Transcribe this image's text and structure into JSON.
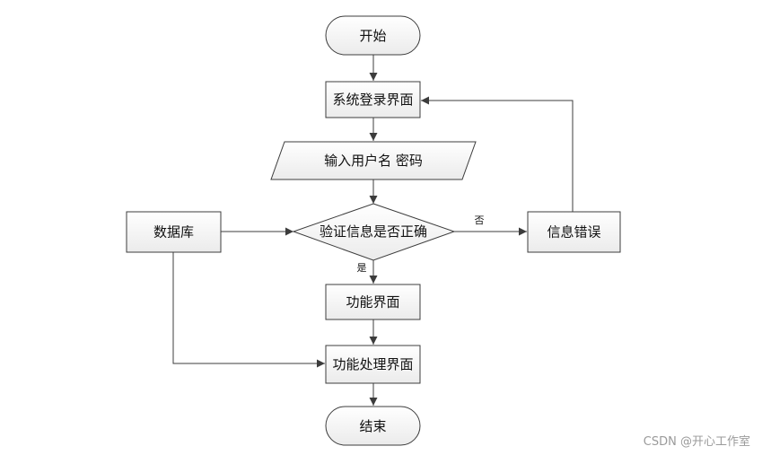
{
  "nodes": {
    "start": "开始",
    "login": "系统登录界面",
    "input": "输入用户名 密码",
    "database": "数据库",
    "verify": "验证信息是否正确",
    "error": "信息错误",
    "function": "功能界面",
    "process": "功能处理界面",
    "end": "结束"
  },
  "edges": {
    "no_label": "否",
    "yes_label": "是"
  },
  "watermark": "CSDN @开心工作室",
  "colors": {
    "line": "#3c3c3c",
    "fill_top": "#ffffff",
    "fill_bottom": "#eaeaea"
  }
}
